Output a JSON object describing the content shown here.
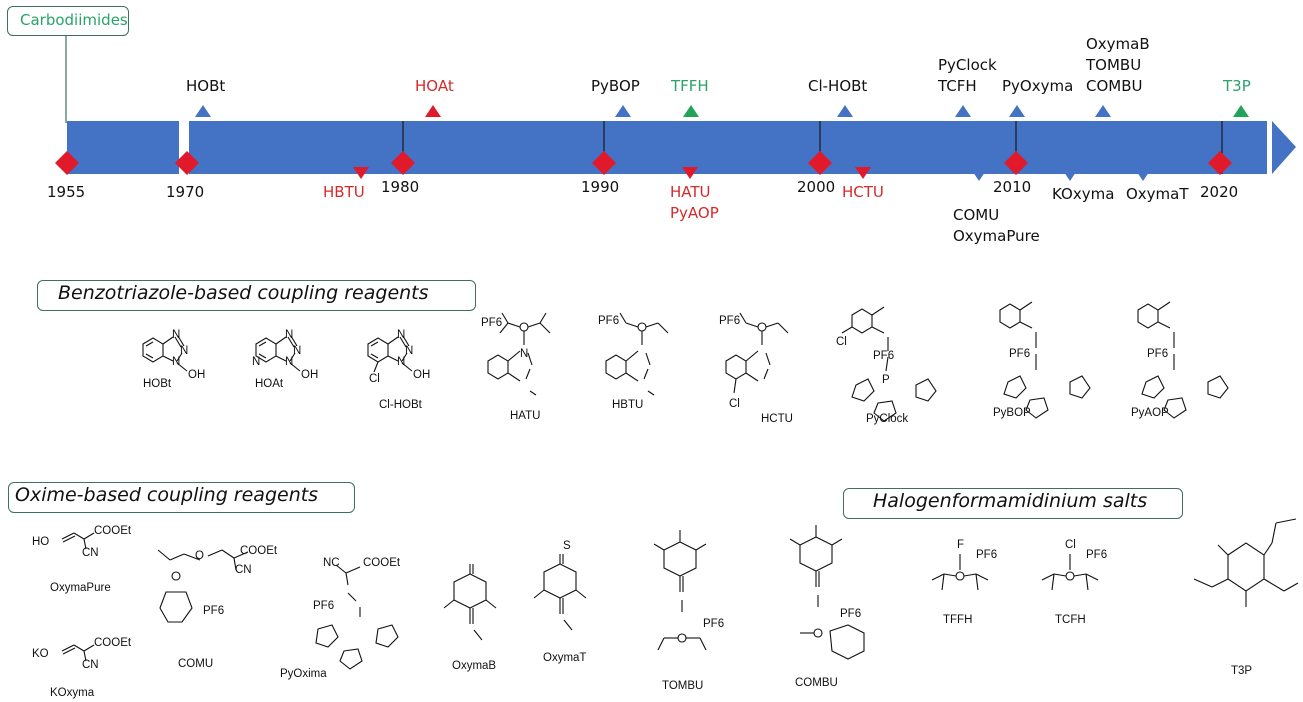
{
  "timeline": {
    "carbodiimides": "Carbodiimides",
    "years": [
      "1955",
      "1970",
      "1980",
      "1990",
      "2000",
      "2010",
      "2020"
    ],
    "above": {
      "hobt": "HOBt",
      "hoat": "HOAt",
      "pybop": "PyBOP",
      "tffh": "TFFH",
      "clhobt": "Cl-HOBt",
      "pyclock_tcfh": "PyClock\nTCFH",
      "pyoxyma": "PyOxyma",
      "oxymab_group": "OxymaB\nTOMBU\nCOMBU",
      "t3p": "T3P"
    },
    "below": {
      "hbtu": "HBTU",
      "hatu_pyaop": "HATU\nPyAOP",
      "hctu": "HCTU",
      "comu_oxymapure": "COMU\nOxymaPure",
      "koxyma": "KOxyma",
      "oxymat": "OxymaT"
    },
    "colors": {
      "bar": "#4472c4",
      "milestone": "#e0192b",
      "blue_marker": "#4472c4",
      "red_marker": "#e0192b",
      "green_marker": "#22a35a"
    }
  },
  "sections": {
    "benzotriazole": "Benzotriazole-based coupling reagents",
    "oxime": "Oxime-based coupling reagents",
    "halogen": "Halogenformamidinium salts"
  },
  "compounds": {
    "benzotriazole": [
      "HOBt",
      "HOAt",
      "Cl-HOBt",
      "HATU",
      "HBTU",
      "HCTU",
      "PyClock",
      "PyBOP",
      "PyAOP"
    ],
    "oxime": [
      "OxymaPure",
      "KOxyma",
      "COMU",
      "PyOxima",
      "OxymaB",
      "OxymaT",
      "TOMBU",
      "COMBU"
    ],
    "halogen": [
      "TFFH",
      "TCFH",
      "T3P"
    ]
  },
  "atoms": {
    "N": "N",
    "O": "O",
    "OH": "OH",
    "Cl": "Cl",
    "P": "P",
    "F": "F",
    "S": "S",
    "pf6": "PF6",
    "cooet": "COOEt",
    "cn": "CN",
    "nc": "NC",
    "ho": "HO",
    "ko": "KO"
  }
}
